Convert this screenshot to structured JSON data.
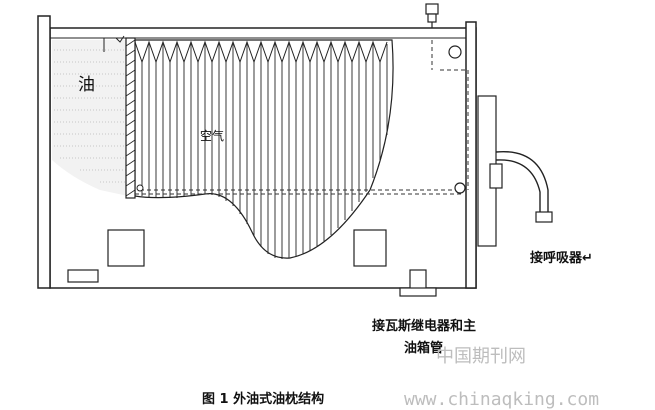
{
  "labels": {
    "oil": "油",
    "air": "空气",
    "breather": "接呼吸器↵",
    "relay_pipe_line1": "接瓦斯继电器和主",
    "relay_pipe_line2": "油箱管"
  },
  "caption": "图 1   外油式油枕结构",
  "watermark": {
    "cn": "中国期刊网",
    "url": "www.chinaqking.com"
  },
  "colors": {
    "stroke": "#222222",
    "oil_fill": "#f2f2f2",
    "watermark": "#bdbdbd"
  }
}
